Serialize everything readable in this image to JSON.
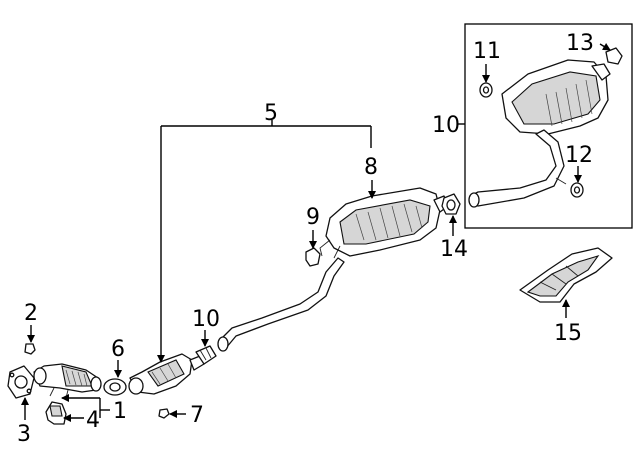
{
  "callouts": [
    {
      "id": "c1",
      "text": "1"
    },
    {
      "id": "c2",
      "text": "2"
    },
    {
      "id": "c3",
      "text": "3"
    },
    {
      "id": "c4",
      "text": "4"
    },
    {
      "id": "c5",
      "text": "5"
    },
    {
      "id": "c6",
      "text": "6"
    },
    {
      "id": "c7",
      "text": "7"
    },
    {
      "id": "c8",
      "text": "8"
    },
    {
      "id": "c9",
      "text": "9"
    },
    {
      "id": "c10a",
      "text": "10"
    },
    {
      "id": "c10b",
      "text": "10"
    },
    {
      "id": "c11",
      "text": "11"
    },
    {
      "id": "c12",
      "text": "12"
    },
    {
      "id": "c13",
      "text": "13"
    },
    {
      "id": "c14",
      "text": "14"
    },
    {
      "id": "c15",
      "text": "15"
    }
  ]
}
